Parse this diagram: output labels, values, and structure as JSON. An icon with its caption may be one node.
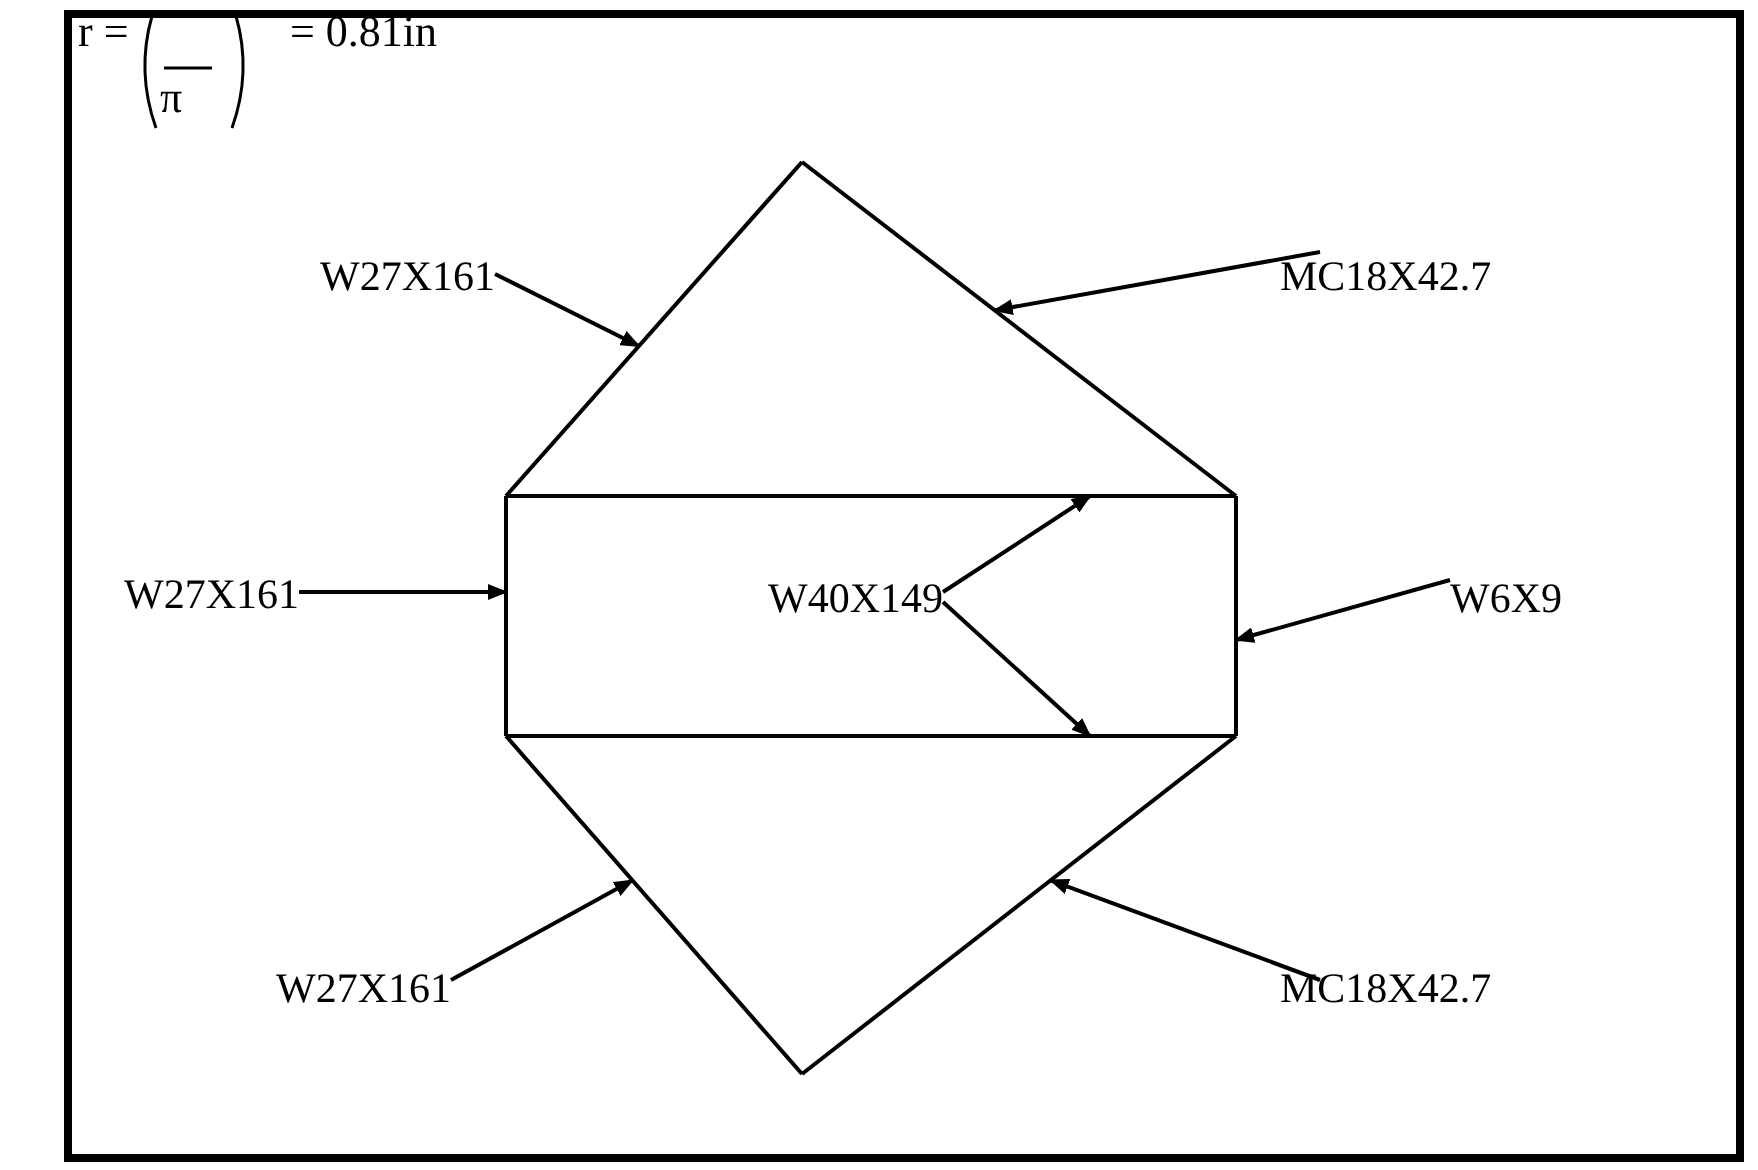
{
  "diagram": {
    "nodes": [
      {
        "text": [
          "W27X161"
        ]
      },
      {
        "text": [],
        "shape": "bar"
      },
      {
        "text": [],
        "shape": "bar"
      },
      {
        "text": [
          "MC18X42.7"
        ]
      },
      {
        "text": [
          "W27X161"
        ]
      },
      {
        "text": [],
        "shape": "bar"
      },
      {
        "text": [],
        "shape": "bar"
      },
      {
        "text": [
          "W40X149"
        ]
      },
      {
        "text": [],
        "shape": "bar"
      },
      {
        "text": [],
        "shape": "bar"
      },
      {
        "text": [
          "W6X9"
        ]
      },
      {
        "text": [],
        "shape": "bar"
      },
      {
        "text": [
          "W27X161"
        ]
      },
      {
        "text": [],
        "shape": "bar"
      },
      {
        "text": [
          "MC18X42.7"
        ]
      }
    ],
    "edges": [
      {
        "from": 0,
        "to": 1,
        "arrow": "to"
      },
      {
        "from": 3,
        "to": 2,
        "arrow": "to"
      },
      {
        "from": 4,
        "to": 5,
        "arrow": "to"
      },
      {
        "from": 7,
        "to": 6,
        "arrow": "to"
      },
      {
        "from": 7,
        "to": 8,
        "arrow": "to"
      },
      {
        "from": 10,
        "to": 9,
        "arrow": "to"
      },
      {
        "from": 12,
        "to": 11,
        "arrow": "to"
      },
      {
        "from": 14,
        "to": 13,
        "arrow": "to"
      }
    ],
    "labels": [
      "r =",
      "π",
      "= 0.81in"
    ]
  }
}
